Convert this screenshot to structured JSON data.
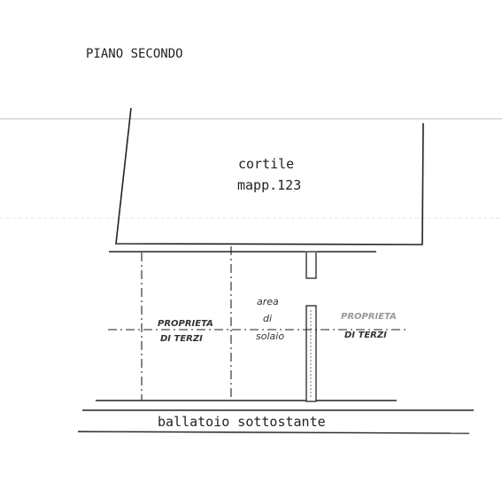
{
  "header": {
    "title": "PIANO SECONDO"
  },
  "courtyard": {
    "label": "cortile",
    "parcel": "mapp.123"
  },
  "left_property": {
    "line1": "PROPRIETA",
    "line2": "DI TERZI"
  },
  "attic_area": {
    "line1": "area",
    "line2": "di",
    "line3": "solaio"
  },
  "right_property": {
    "line1": "PROPRIETA",
    "line2": "DI TERZI"
  },
  "gallery": {
    "label": "ballatoio sottostante"
  }
}
